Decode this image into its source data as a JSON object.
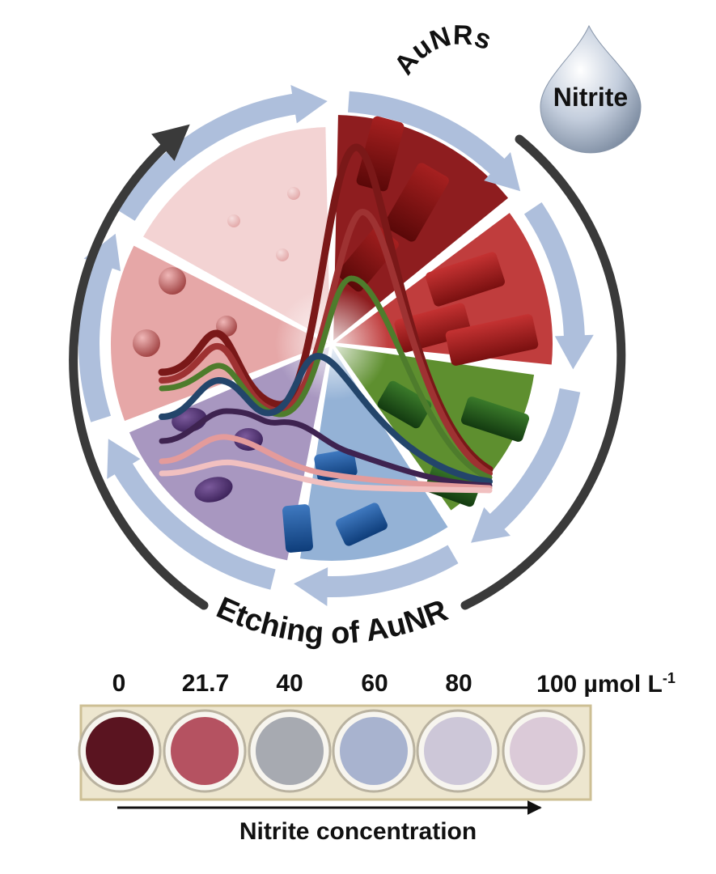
{
  "labels": {
    "reagent": "Nitrite",
    "top_arc": "AuNRs",
    "bottom_arc": "Etching of AuNRs",
    "axis": "Nitrite concentration"
  },
  "concentrations": [
    {
      "value": "0",
      "unit": ""
    },
    {
      "value": "21.7",
      "unit": ""
    },
    {
      "value": "40",
      "unit": ""
    },
    {
      "value": "60",
      "unit": ""
    },
    {
      "value": "80",
      "unit": ""
    },
    {
      "value": "100",
      "unit": "µmol L",
      "sup": "-1"
    }
  ],
  "wells": [
    {
      "color": "#5a1420"
    },
    {
      "color": "#b55261"
    },
    {
      "color": "#a7aab1"
    },
    {
      "color": "#a8b3cf"
    },
    {
      "color": "#cdc7d8"
    },
    {
      "color": "#dbcad8"
    }
  ],
  "sector_colors": [
    "#8e1d1f",
    "#c03d3d",
    "#5e8f2f",
    "#94b2d6",
    "#a897c0",
    "#e6a7a7",
    "#f3d3d3"
  ],
  "spectra_colors": [
    "#7a1818",
    "#9e3232",
    "#4e7c2c",
    "#23456b",
    "#3e2350",
    "#e49b9b",
    "#f1c0c0"
  ]
}
